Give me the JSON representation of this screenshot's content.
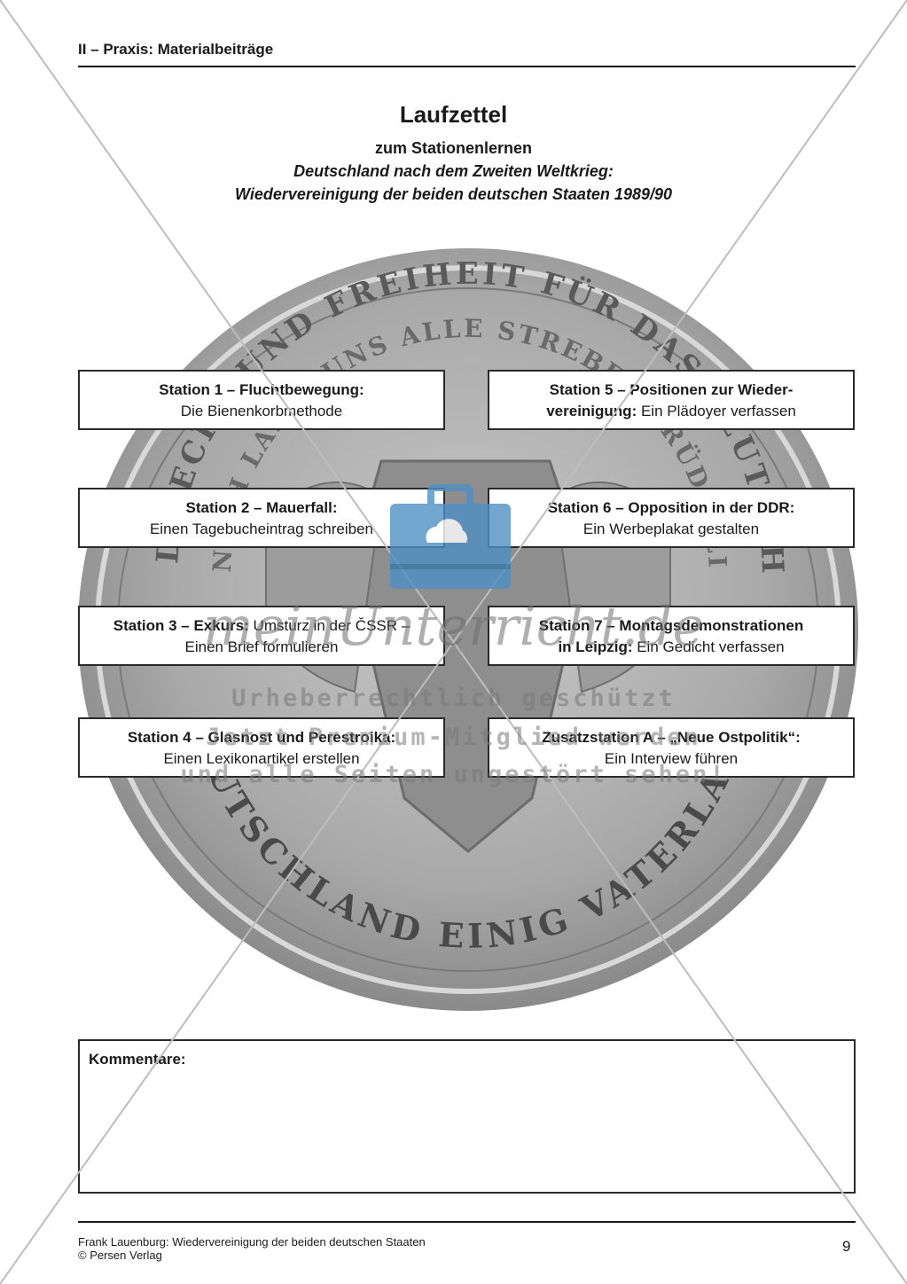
{
  "header": {
    "title": "II – Praxis: Materialbeiträge"
  },
  "title": "Laufzettel",
  "subtitle_1": "zum Stationenlernen",
  "subtitle_2": "Deutschland nach dem Zweiten Weltkrieg:",
  "subtitle_3": "Wiedervereinigung der beiden deutschen Staaten 1989/90",
  "coin": {
    "top_text": "EINIGKEIT UND RECHT UND FREIHEIT FÜR DAS DEUTSCHE VATERLAND",
    "inner_text": "DANACH LASST UNS ALLE STREBEN BRÜDERLICH",
    "bottom_text": "DEUTSCHLAND EINIG VATERLAND"
  },
  "stations": [
    {
      "title": "Station 1 – Fluchtbewegung:",
      "text": "Die Bienenkorbmethode"
    },
    {
      "title": "Station 2 – Mauerfall:",
      "text": "Einen Tagebucheintrag schreiben"
    },
    {
      "title": "Station 3 – Exkurs:",
      "text_inline": " Umsturz in der ČSSR –",
      "text": "Einen Brief formulieren"
    },
    {
      "title": "Station 4 – Glasnost und Perestroika:",
      "text": "Einen Lexikonartikel erstellen"
    },
    {
      "title_line1": "Station 5 – Positionen zur Wieder-",
      "title_line2": "vereinigung:",
      "text_inline": " Ein Plädoyer verfassen"
    },
    {
      "title": "Station 6 – Opposition in der DDR:",
      "text": "Ein Werbeplakat gestalten"
    },
    {
      "title_line1": "Station 7 – Montagsdemonstrationen",
      "title_line2": "in Leipzig:",
      "text_inline": " Ein Gedicht verfassen"
    },
    {
      "title": "Zusatzstation A – „Neue Ostpolitik“:",
      "text": "Ein Interview führen"
    }
  ],
  "comments": {
    "label": "Kommentare:"
  },
  "watermark": {
    "brand": "meinUnterricht.de",
    "line1": "Urheberrechtlich geschützt",
    "line2": "Jetzt Premium-Mitglied werden",
    "line3": "und alle Seiten ungestört sehen!"
  },
  "footer": {
    "line1": "Frank Lauenburg: Wiedervereinigung der beiden deutschen Staaten",
    "line2": "© Persen Verlag",
    "page_number": "9"
  }
}
